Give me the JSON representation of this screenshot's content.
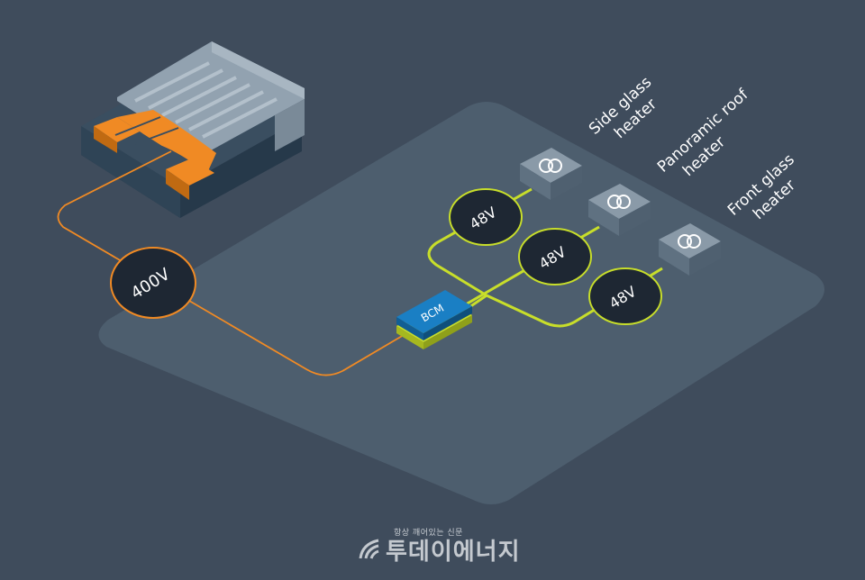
{
  "diagram": {
    "high_voltage_label": "400V",
    "converter_label": "BCM",
    "low_voltage_labels": [
      "48V",
      "48V",
      "48V"
    ],
    "heaters": [
      {
        "line1": "Side glass",
        "line2": "heater"
      },
      {
        "line1": "Panoramic roof",
        "line2": "heater"
      },
      {
        "line1": "Front glass",
        "line2": "heater"
      }
    ],
    "icon": "heater-coil-icon"
  },
  "colors": {
    "background": "#3f4c5c",
    "platform": "#4d5e6e",
    "high_voltage_wire": "#f08a24",
    "low_voltage_wire": "#c8de2a",
    "converter": "#1a7fc4",
    "heater_box": "#6d7f8f",
    "voltage_badge": "#1e2733"
  },
  "watermark": {
    "tagline": "항상 깨어있는 신문",
    "name": "투데이에너지"
  }
}
